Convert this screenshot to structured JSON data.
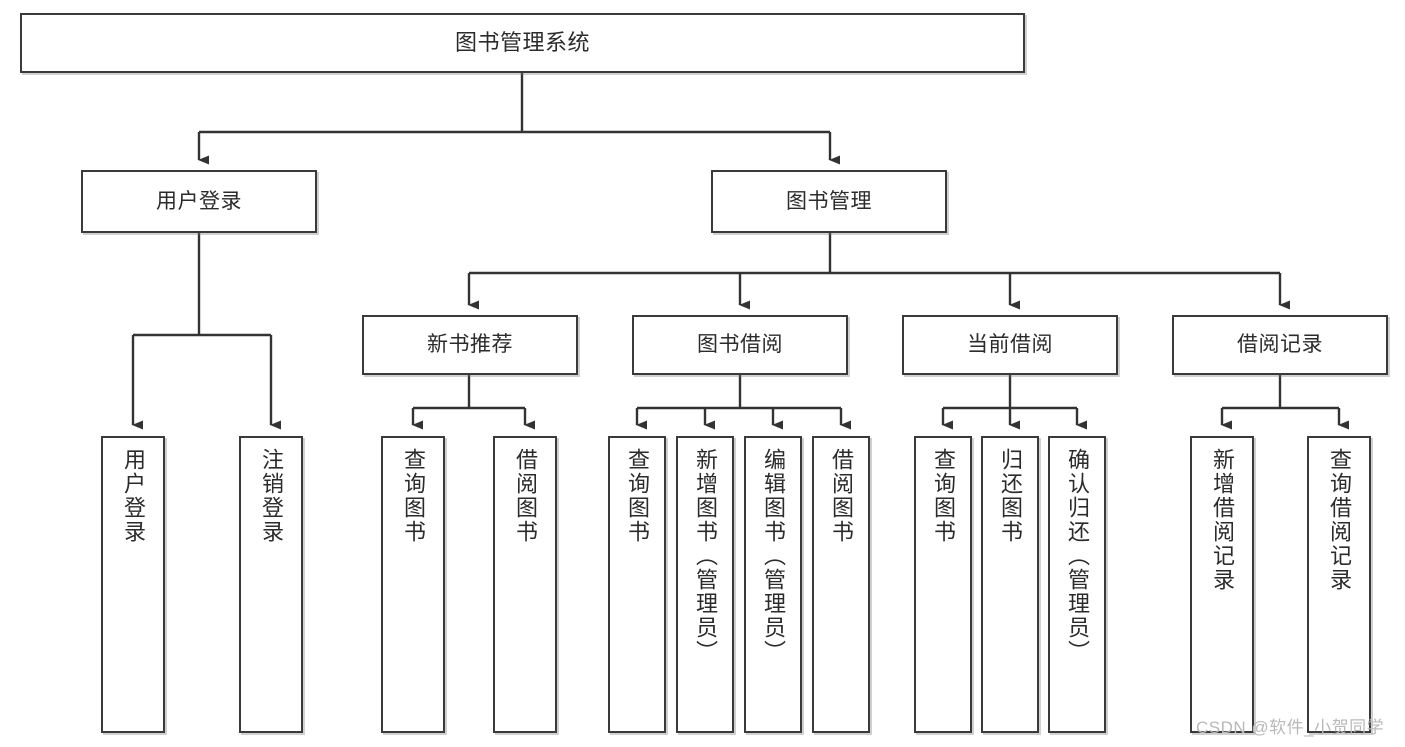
{
  "diagram": {
    "title": "图书管理系统",
    "type": "tree-hierarchy",
    "colors": {
      "box_border": "#3a3a3a",
      "box_fill": "#ffffff",
      "connector": "#333333",
      "watermark": "#b9b9b9"
    },
    "root": {
      "label": "图书管理系统"
    },
    "level2": [
      {
        "label": "用户登录"
      },
      {
        "label": "图书管理"
      }
    ],
    "level3": [
      {
        "label": "新书推荐"
      },
      {
        "label": "图书借阅"
      },
      {
        "label": "当前借阅"
      },
      {
        "label": "借阅记录"
      }
    ],
    "leaves": {
      "user_login": [
        {
          "label": "用户登录"
        },
        {
          "label": "注销登录"
        }
      ],
      "new_book": [
        {
          "label": "查询图书"
        },
        {
          "label": "借阅图书"
        }
      ],
      "book_borrow": [
        {
          "label": "查询图书"
        },
        {
          "label": "新增图书（管理员）"
        },
        {
          "label": "编辑图书（管理员）"
        },
        {
          "label": "借阅图书"
        }
      ],
      "current_borrow": [
        {
          "label": "查询图书"
        },
        {
          "label": "归还图书"
        },
        {
          "label": "确认归还（管理员）"
        }
      ],
      "borrow_record": [
        {
          "label": "新增借阅记录"
        },
        {
          "label": "查询借阅记录"
        }
      ]
    }
  },
  "watermark": {
    "text": "CSDN @软件_小贺同学"
  }
}
